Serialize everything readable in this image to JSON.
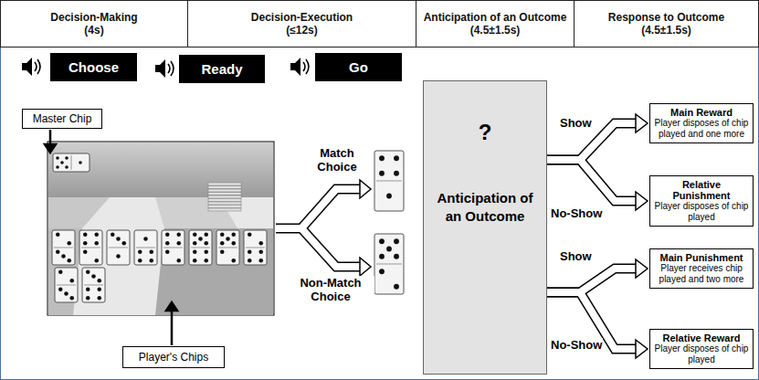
{
  "diagram": {
    "nodes": [
      {
        "text": [
          "Decision-Making",
          "(4s)"
        ]
      },
      {
        "text": [
          "Decision-Execution",
          "(≤12s)"
        ]
      },
      {
        "text": [
          "Anticipation of an Outcome",
          "(4.5±1.5s)"
        ]
      },
      {
        "text": [
          "Response to Outcome",
          "(4.5±1.5s)"
        ]
      },
      {
        "text": [
          "Choose"
        ]
      },
      {
        "text": [
          "Ready"
        ]
      },
      {
        "text": [
          "Go"
        ]
      },
      {
        "text": [
          "Master Chip"
        ]
      },
      {
        "text": [
          "Player's Chips"
        ]
      },
      {
        "text": [
          "?",
          "Anticipation of an Outcome"
        ]
      },
      {
        "text": [
          "Main Reward",
          "Player disposes of chip played and one more"
        ]
      },
      {
        "text": [
          "Relative Punishment",
          "Player disposes of chip played"
        ]
      },
      {
        "text": [
          "Main Punishment",
          "Player receives chip played and two more"
        ]
      },
      {
        "text": [
          "Relative Reward",
          "Player disposes of chip played"
        ]
      }
    ],
    "edges": [
      {
        "from": 9,
        "to": 10,
        "arrow": "to",
        "label": "Show"
      },
      {
        "from": 9,
        "to": 11,
        "arrow": "to",
        "label": "No-Show"
      },
      {
        "from": 9,
        "to": 12,
        "arrow": "to",
        "label": "Show"
      },
      {
        "from": 9,
        "to": 13,
        "arrow": "to",
        "label": "No-Show"
      }
    ],
    "labels": [
      "Match Choice",
      "Non-Match Choice"
    ]
  }
}
